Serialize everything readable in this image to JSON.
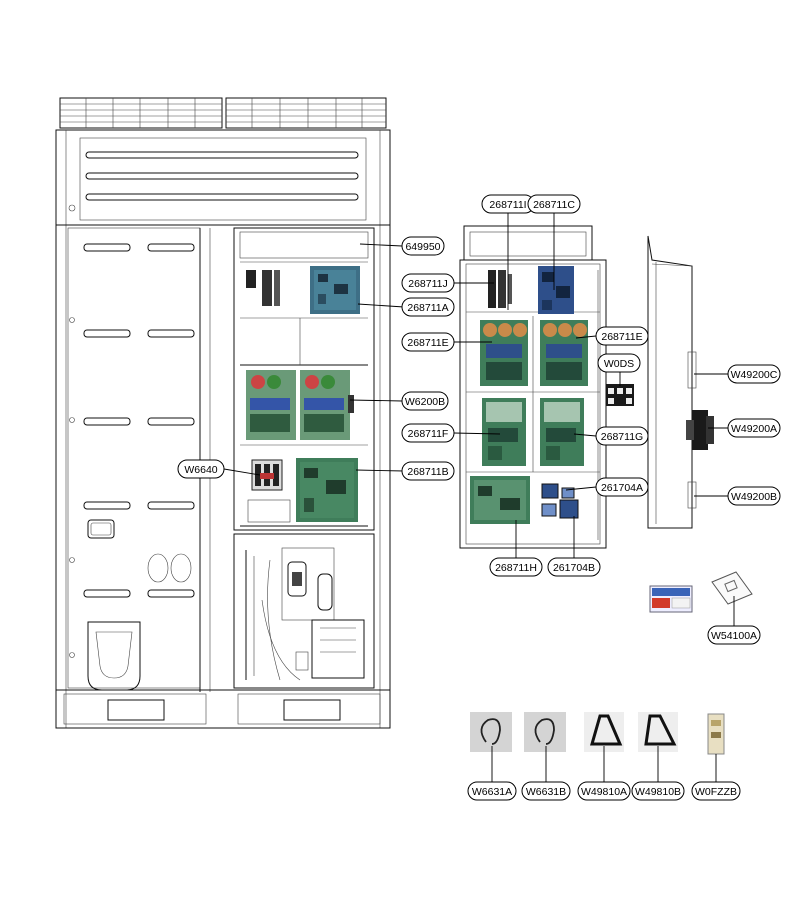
{
  "labels": {
    "l649950": "649950",
    "l268711A": "268711A",
    "lW6200B": "W6200B",
    "lW6640": "W6640",
    "l268711B": "268711B",
    "l268711I": "268711I",
    "l268711C": "268711C",
    "l268711J": "268711J",
    "l268711E_left": "268711E",
    "l268711E_right": "268711E",
    "lW0DS": "W0DS",
    "l268711F": "268711F",
    "l268711G": "268711G",
    "l261704A": "261704A",
    "l268711H": "268711H",
    "l261704B": "261704B",
    "lW49200C": "W49200C",
    "lW49200A": "W49200A",
    "lW49200B": "W49200B",
    "lW54100A": "W54100A",
    "lW6631A": "W6631A",
    "lW6631B": "W6631B",
    "lW49810A": "W49810A",
    "lW49810B": "W49810B",
    "lW0FZZB": "W0FZZB"
  },
  "colors": {
    "board_green": "#3f7d5a",
    "board_dark": "#234a3a",
    "board_blue": "#2e4f8a",
    "cap_orange": "#c98a4a",
    "sticker_blue": "#3a64b8",
    "sticker_red": "#d23a2a"
  }
}
